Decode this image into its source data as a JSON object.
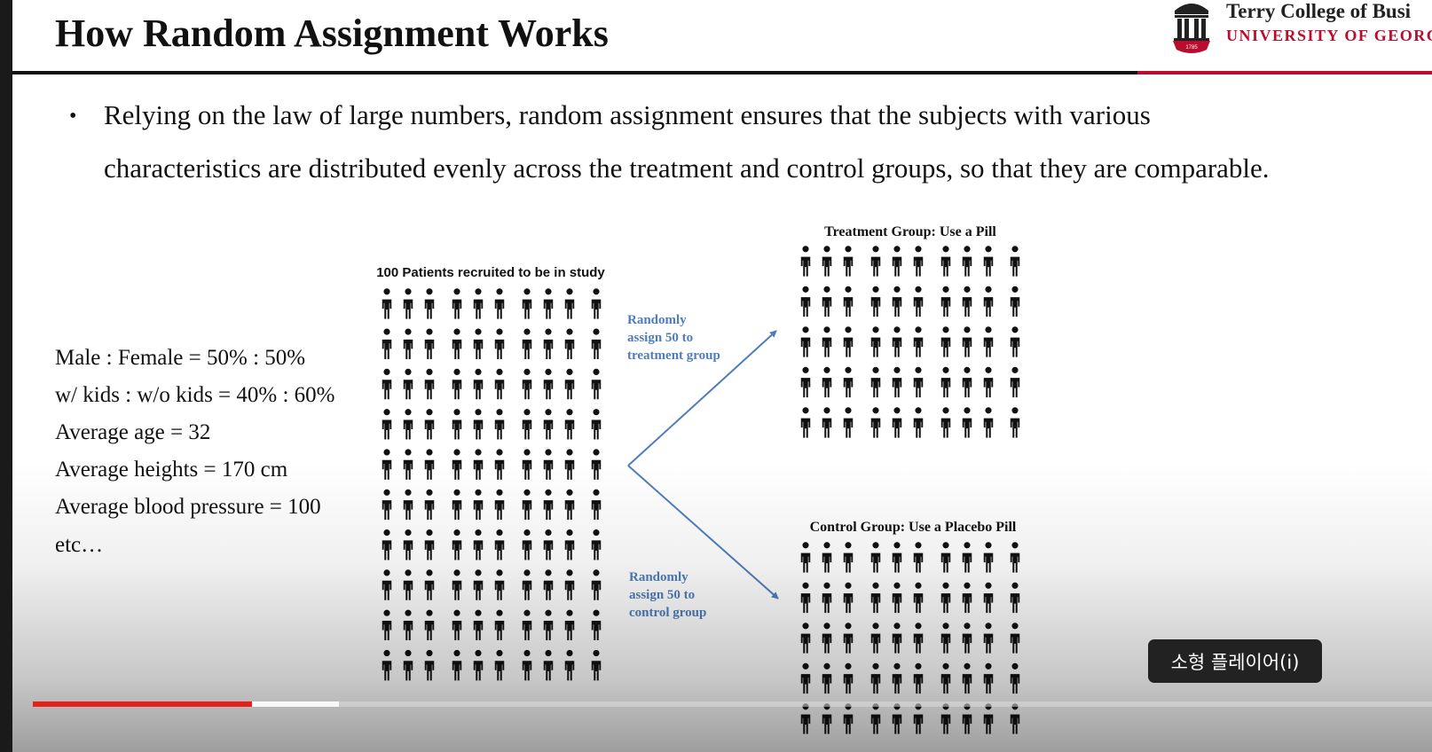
{
  "slide": {
    "title": "How Random Assignment Works",
    "bullet": {
      "line1": "Relying on the law of large numbers, random assignment ensures that the subjects with various",
      "line2": "characteristics are distributed evenly across the treatment and control groups, so that they are comparable."
    },
    "stats": [
      "Male : Female = 50% : 50%",
      "w/ kids : w/o kids = 40% : 60%",
      "Average age = 32",
      "Average heights = 170 cm",
      "Average blood pressure = 100",
      "etc…"
    ],
    "diagram": {
      "source_caption": "100 Patients recruited to be in study",
      "treatment_caption": "Treatment Group: Use a Pill",
      "control_caption": "Control Group: Use a Placebo Pill",
      "treatment_arrow_label": [
        "Randomly",
        "assign 50 to",
        "treatment group"
      ],
      "control_arrow_label": [
        "Randomly",
        "assign 50 to",
        "control  group"
      ],
      "source_count": 100,
      "treatment_count": 50,
      "control_count": 50,
      "arrow_color": "#4f7dbc"
    }
  },
  "logo": {
    "line1": "Terry College of Busi",
    "line2": "UNIVERSITY OF GEORG",
    "mark_year": "1785",
    "brand_color": "#ba0c2f"
  },
  "player": {
    "mini_player_label": "소형 플레이어(i)",
    "progress_color": "#e62117"
  }
}
